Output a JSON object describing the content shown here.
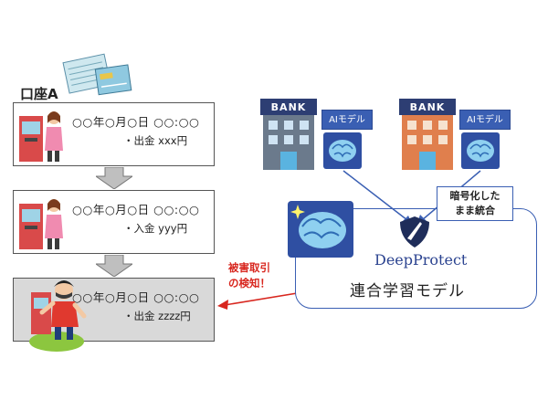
{
  "account": {
    "label": "口座A"
  },
  "transactions": [
    {
      "date": "○○年○月○日 ○○:○○",
      "detail": "・出金 xxx円"
    },
    {
      "date": "○○年○月○日 ○○:○○",
      "detail": "・入金 yyy円"
    },
    {
      "date": "○○年○月○日 ○○:○○",
      "detail": "・出金 zzzz円"
    }
  ],
  "banks": [
    {
      "sign": "BANK",
      "ai_tag": "AIモデル",
      "building_color": "#6b7a8c"
    },
    {
      "sign": "BANK",
      "ai_tag": "AIモデル",
      "building_color": "#e07f4d"
    }
  ],
  "encrypt_note": [
    "暗号化した",
    "まま統合"
  ],
  "federated": {
    "brand": "DeepProtect",
    "label": "連合学習モデル"
  },
  "detection_note": [
    "被害取引",
    "の検知！"
  ],
  "colors": {
    "accent": "#3a5fb3",
    "alert": "#d8261e"
  }
}
